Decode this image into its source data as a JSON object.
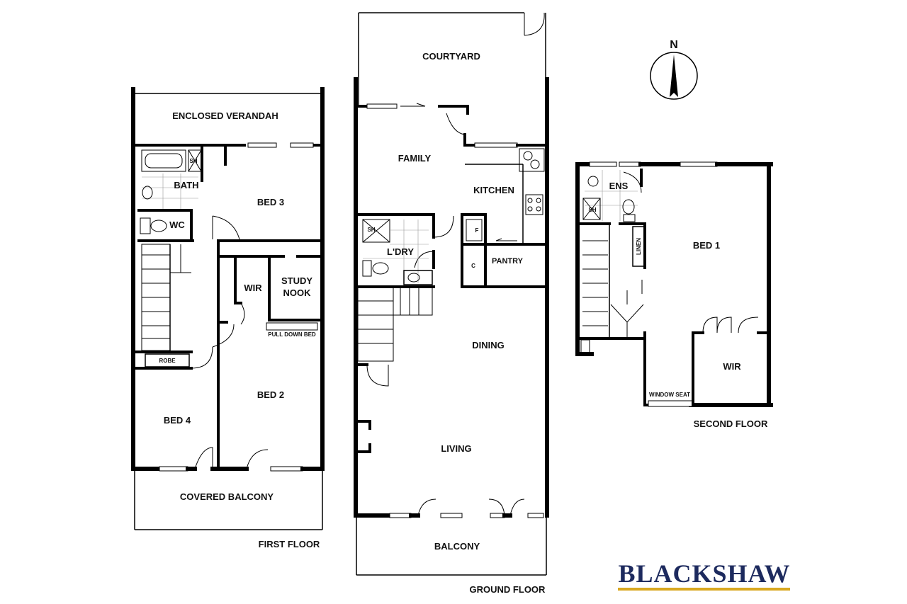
{
  "floors": {
    "first": {
      "title": "FIRST FLOOR",
      "rooms": {
        "enclosed_verandah": "ENCLOSED VERANDAH",
        "bath": "BATH",
        "wc": "WC",
        "bed3": "BED 3",
        "wir": "WIR",
        "study": "STUDY",
        "nook": "NOOK",
        "pull_down_bed": "PULL DOWN BED",
        "robe": "ROBE",
        "bed4": "BED 4",
        "bed2": "BED 2",
        "covered_balcony": "COVERED BALCONY",
        "sh": "SH"
      }
    },
    "ground": {
      "title": "GROUND FLOOR",
      "rooms": {
        "courtyard": "COURTYARD",
        "family": "FAMILY",
        "kitchen": "KITCHEN",
        "laundry": "L'DRY",
        "sh": "SH",
        "f": "F",
        "c": "C",
        "pantry": "PANTRY",
        "dining": "DINING",
        "living": "LIVING",
        "balcony": "BALCONY"
      }
    },
    "second": {
      "title": "SECOND FLOOR",
      "rooms": {
        "ens": "ENS",
        "sh": "SH",
        "linen": "LINEN",
        "bed1": "BED 1",
        "wir": "WIR",
        "window_seat": "WINDOW SEAT"
      }
    }
  },
  "compass": {
    "label": "N"
  },
  "brand": {
    "name": "BLACKSHAW",
    "color": "#1d2a5e",
    "accent": "#d9a820"
  }
}
